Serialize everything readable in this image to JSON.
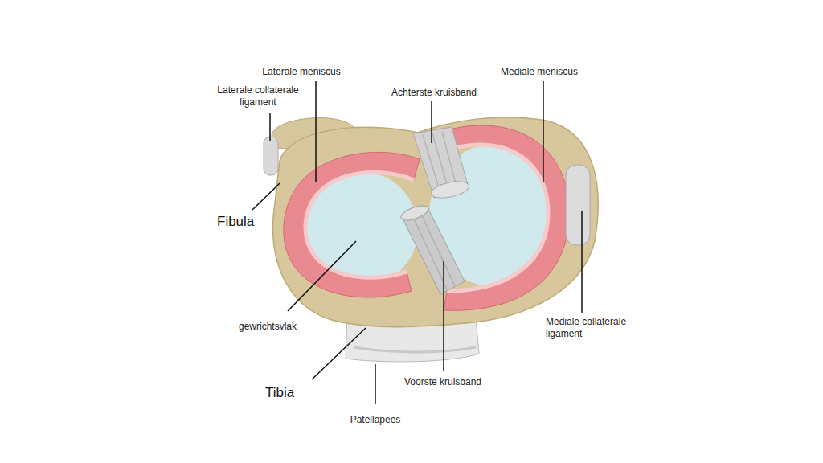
{
  "diagram": {
    "labels": [
      "Laterale meniscus",
      "Laterale collaterale ligament",
      "Achterste kruisband",
      "Mediale meniscus",
      "Fibula",
      "gewrichtsvlak",
      "Mediale collaterale ligament",
      "Tibia",
      "Voorste kruisband",
      "Patellapees"
    ]
  }
}
